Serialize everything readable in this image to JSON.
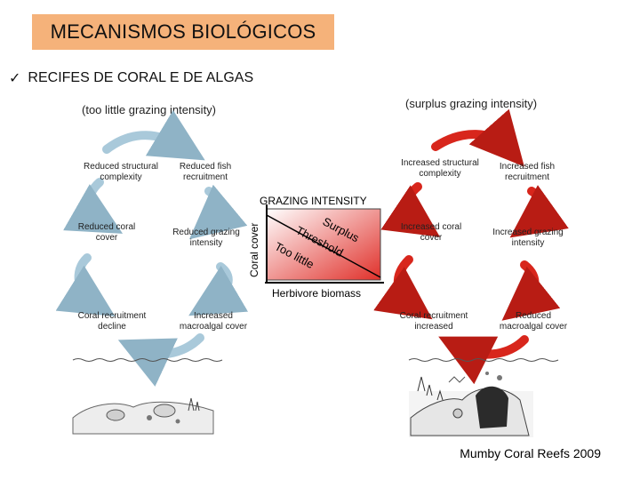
{
  "header": {
    "title": "MECANISMOS BIOLÓGICOS"
  },
  "subtitle": {
    "check_icon": "✓",
    "text": "RECIFES DE CORAL E DE ALGAS"
  },
  "left_panel": {
    "title": "(too little grazing intensity)",
    "labels": {
      "reduced_structural": "Reduced structural\ncomplexity",
      "reduced_fish": "Reduced fish\nrecruitment",
      "reduced_coral": "Reduced coral\ncover",
      "reduced_grazing": "Reduced grazing\nintensity",
      "recruitment_decline": "Coral recruitment\ndecline",
      "increased_macro": "Increased\nmacroalgal cover"
    },
    "arrow_color": "#a9c9da"
  },
  "right_panel": {
    "title": "(surplus grazing intensity)",
    "labels": {
      "increased_structural": "Increased structural\ncomplexity",
      "increased_fish": "Increased fish\nrecruitment",
      "increased_coral": "Increased coral\ncover",
      "increased_grazing": "Increased grazing\nintensity",
      "recruitment_increased": "Coral recruitment\nincreased",
      "reduced_macro": "Reduced\nmacroalgal cover"
    },
    "arrow_color": "#d8261c"
  },
  "center_chart": {
    "title": "GRAZING INTENSITY",
    "ylabel": "Coral cover",
    "xlabel": "Herbivore biomass",
    "regions": [
      "Surplus",
      "Threshold",
      "Too little"
    ]
  },
  "footer": {
    "citation": "Mumby Coral Reefs 2009"
  }
}
